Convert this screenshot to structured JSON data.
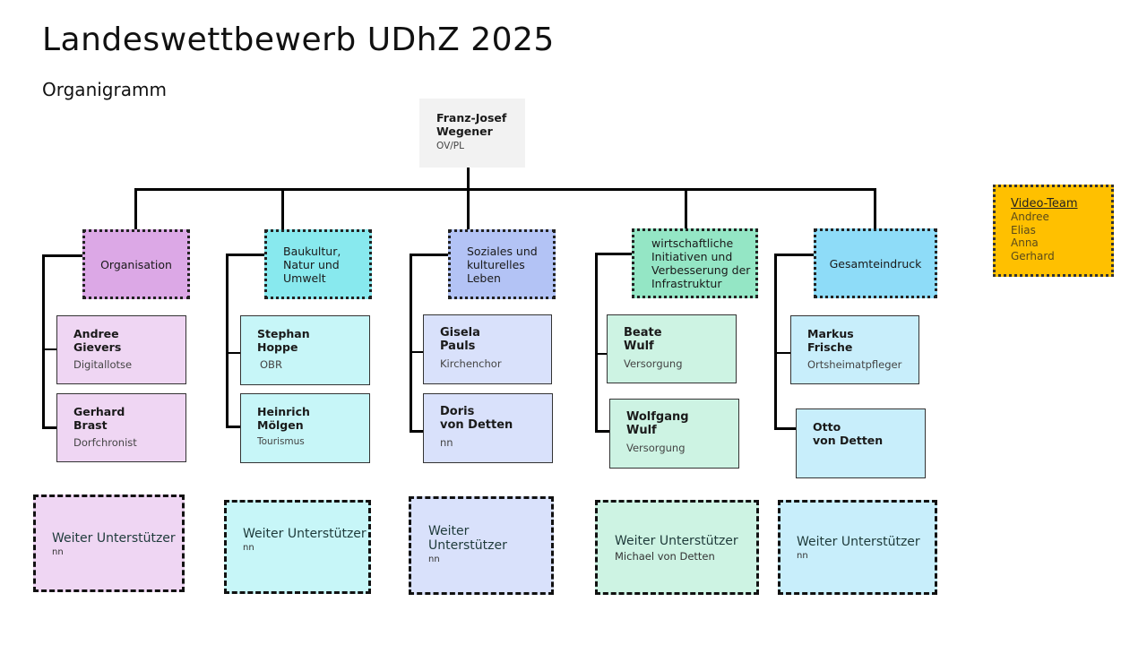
{
  "header": {
    "title": "Landeswettbewerb UDhZ 2025",
    "subtitle": "Organigramm"
  },
  "top": {
    "name_line1": "Franz-Josef",
    "name_line2": "Wegener",
    "role": "OV/PL"
  },
  "colors": {
    "organisation": "#dca8e6",
    "organisation_card": "#efd6f3",
    "baukultur": "#88e9ee",
    "baukultur_card": "#c7f6f8",
    "soziales": "#b3c3f5",
    "soziales_card": "#d9e1fb",
    "wirtschaft": "#94e6c5",
    "wirtschaft_card": "#cdf3e3",
    "gesamt": "#8edcf8",
    "gesamt_card": "#c8eefb",
    "video": "#ffc000"
  },
  "columns": [
    {
      "head": "Organisation",
      "members": [
        {
          "line1": "Andree",
          "line2": "Gievers",
          "role": "Digitallotse"
        },
        {
          "line1": "Gerhard",
          "line2": "Brast",
          "role": "Dorfchronist"
        }
      ],
      "support": {
        "title": "Weiter Unterstützer",
        "name": "nn"
      }
    },
    {
      "head": "Baukultur, Natur und Umwelt",
      "members": [
        {
          "line1": "Stephan",
          "line2": "Hoppe",
          "role": "OBR"
        },
        {
          "line1": "Heinrich",
          "line2": "Mölgen",
          "role": "Tourismus"
        }
      ],
      "support": {
        "title": "Weiter Unterstützer",
        "name": "nn"
      }
    },
    {
      "head": "Soziales und kulturelles Leben",
      "members": [
        {
          "line1": "Gisela",
          "line2": "Pauls",
          "role": "Kirchenchor"
        },
        {
          "line1": "Doris",
          "line2": "von Detten",
          "role": "nn"
        }
      ],
      "support": {
        "title": "Weiter Unterstützer",
        "name": "nn"
      }
    },
    {
      "head": "wirtschaftliche Initiativen und Verbesserung der Infrastruktur",
      "members": [
        {
          "line1": "Beate",
          "line2": "Wulf",
          "role": "Versorgung"
        },
        {
          "line1": "Wolfgang",
          "line2": "Wulf",
          "role": "Versorgung"
        }
      ],
      "support": {
        "title": "Weiter Unterstützer",
        "name": "Michael von Detten"
      }
    },
    {
      "head": "Gesamteindruck",
      "members": [
        {
          "line1": "Markus",
          "line2": "Frische",
          "role": "Ortsheimatpfleger"
        },
        {
          "line1": "Otto",
          "line2": "von Detten",
          "role": ""
        }
      ],
      "support": {
        "title": "Weiter Unterstützer",
        "name": "nn"
      }
    }
  ],
  "video_team": {
    "title": "Video-Team",
    "members": [
      "Andree",
      "Elias",
      "Anna",
      "Gerhard"
    ]
  }
}
